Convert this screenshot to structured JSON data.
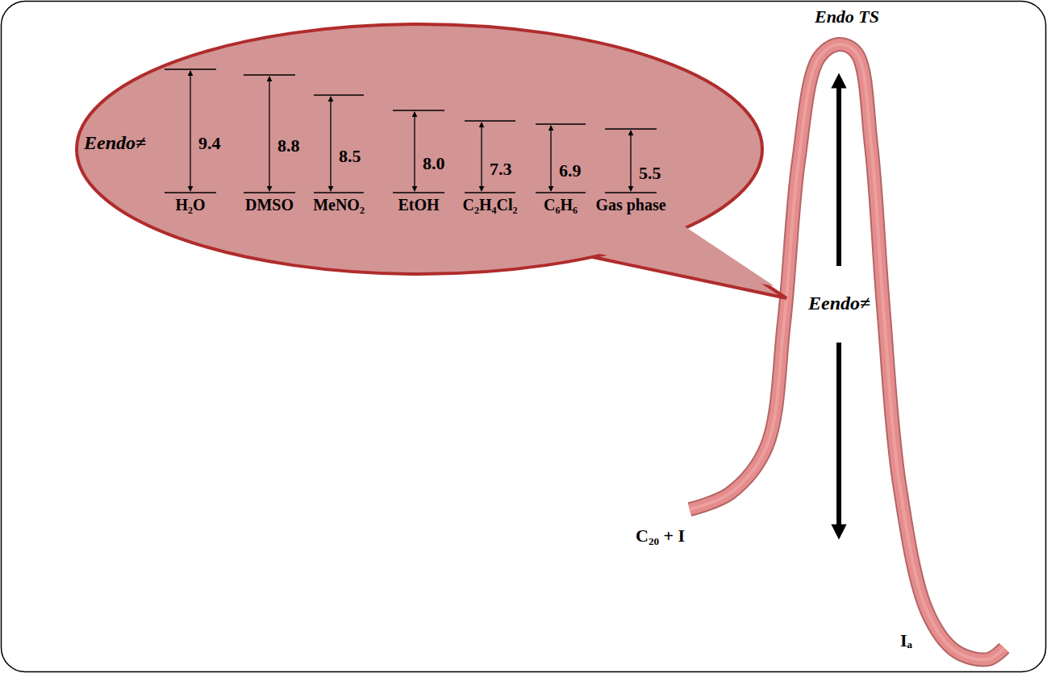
{
  "diagram": {
    "nodes": [
      {
        "text": [
          "Eendo≠",
          "9.4",
          "8.8",
          "8.5",
          "8.0",
          "7.3",
          "6.9",
          "5.5",
          "H₂O",
          "DMSO",
          "MeNO₂",
          "EtOH",
          "C₂H₄Cl₂",
          "C₆H₆",
          "Gas phase"
        ]
      }
    ],
    "labels": [
      "Endo TS",
      "Eendo≠",
      "C₂₀ + I",
      "Iₐ"
    ]
  }
}
